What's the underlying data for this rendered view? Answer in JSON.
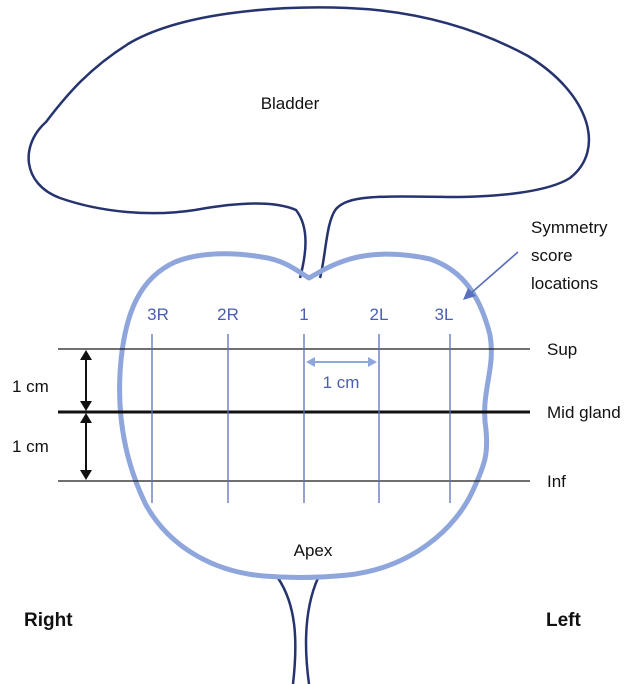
{
  "labels": {
    "bladder": "Bladder",
    "symmetry_line1": "Symmetry",
    "symmetry_line2": "score",
    "symmetry_line3": "locations",
    "loc_3r": "3R",
    "loc_2r": "2R",
    "loc_1": "1",
    "loc_2l": "2L",
    "loc_3l": "3L",
    "sup": "Sup",
    "mid_gland": "Mid gland",
    "inf": "Inf",
    "one_cm_upper": "1 cm",
    "one_cm_lower": "1 cm",
    "one_cm_horizontal": "1 cm",
    "apex": "Apex",
    "right": "Right",
    "left": "Left"
  },
  "colors": {
    "bladder_outline": "#25336e",
    "prostate_outline": "#8fa6dc",
    "guide_lines": "#5b6fbf",
    "blue_text": "#4a5fb0",
    "black": "#111111"
  }
}
